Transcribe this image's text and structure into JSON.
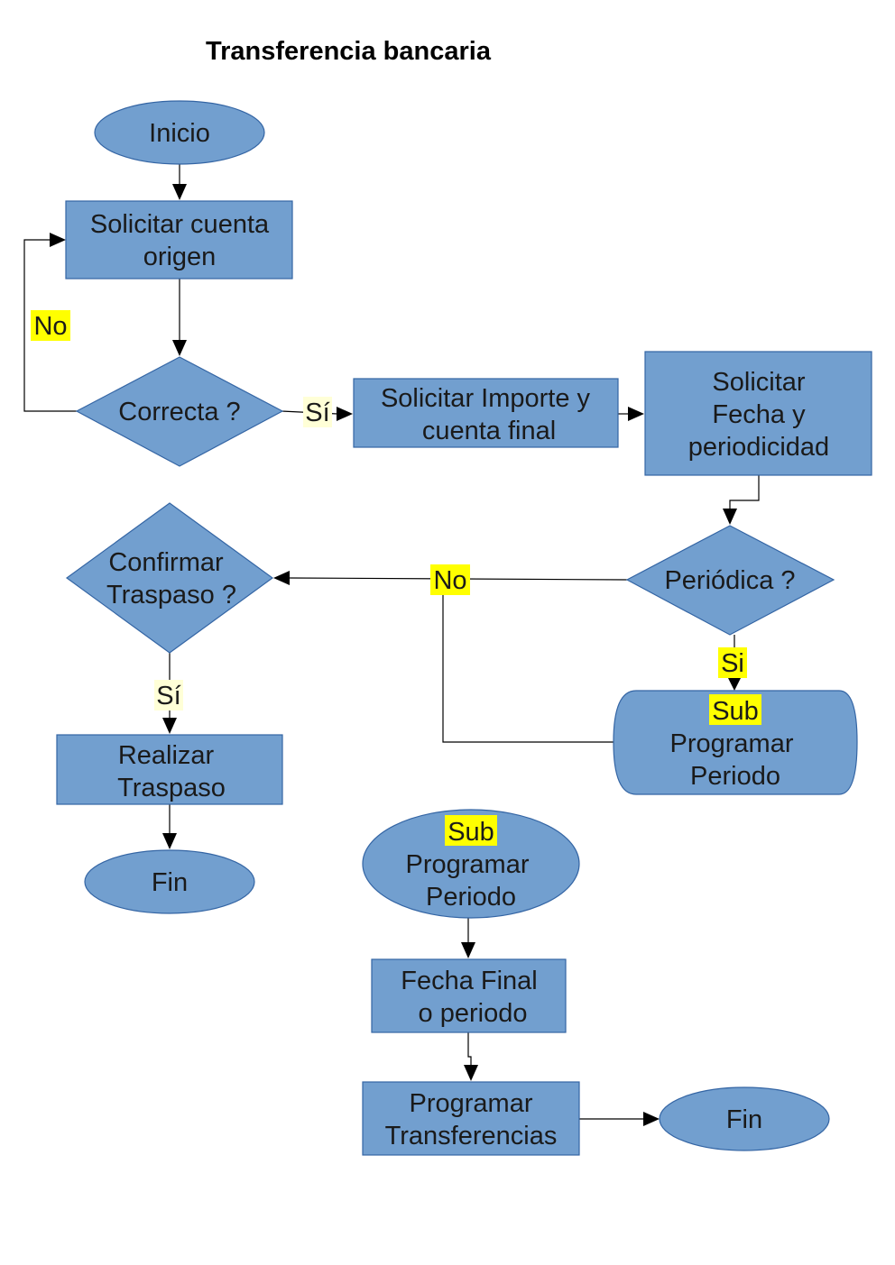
{
  "title": "Transferencia bancaria",
  "nodes": {
    "inicio": "Inicio",
    "solicitar_cuenta": [
      "Solicitar cuenta",
      "origen"
    ],
    "correcta": "Correcta ?",
    "solicitar_importe": [
      "Solicitar Importe y",
      "cuenta final"
    ],
    "solicitar_fecha": [
      "Solicitar",
      "Fecha y",
      "periodicidad"
    ],
    "periodica": "Periódica ?",
    "confirmar": [
      "Confirmar",
      "Traspaso ?"
    ],
    "sub_programar": {
      "tag": "Sub",
      "lines": [
        "Programar",
        "Periodo"
      ]
    },
    "realizar": [
      "Realizar",
      "Traspaso"
    ],
    "fin_1": "Fin",
    "sub_start": {
      "tag": "Sub",
      "lines": [
        "Programar",
        "Periodo"
      ]
    },
    "fecha_final": [
      "Fecha Final",
      "o periodo"
    ],
    "programar_transf": [
      "Programar",
      "Transferencias"
    ],
    "fin_2": "Fin"
  },
  "edge_labels": {
    "no_loop": "No",
    "si_correcta": "Sí",
    "no_periodica": "No",
    "si_periodica": "Si",
    "si_confirmar": "Sí"
  },
  "colors": {
    "shape_fill": "#729fcf",
    "shape_stroke": "#3465a4",
    "highlight": "#ffff00",
    "highlight_soft": "#ffffd7"
  }
}
